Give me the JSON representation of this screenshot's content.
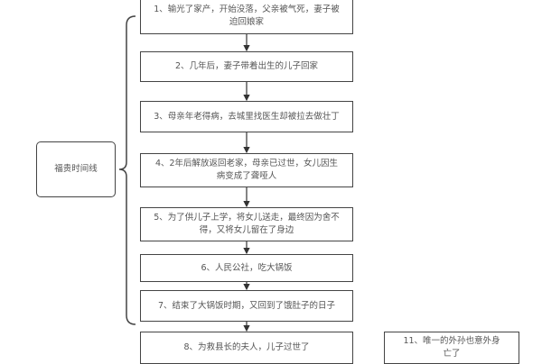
{
  "root": {
    "label": "福贵时间线"
  },
  "events": [
    {
      "label": "1、输光了家产，开始没落，父亲被气死，妻子被迫回娘家"
    },
    {
      "label": "2、几年后，妻子带着出生的儿子回家"
    },
    {
      "label": "3、母亲年老得病，去城里找医生却被拉去做壮丁"
    },
    {
      "label": "4、2年后解放返回老家，母亲已过世，女儿因生病变成了聋哑人"
    },
    {
      "label": "5、为了供儿子上学，将女儿送走，最终因为舍不得，又将女儿留在了身边"
    },
    {
      "label": "6、人民公社，吃大锅饭"
    },
    {
      "label": "7、结束了大锅饭时期，又回到了饿肚子的日子"
    },
    {
      "label": "8、为救县长的夫人，儿子过世了"
    }
  ],
  "side_event": {
    "label": "11、唯一的外孙也意外身亡了"
  }
}
